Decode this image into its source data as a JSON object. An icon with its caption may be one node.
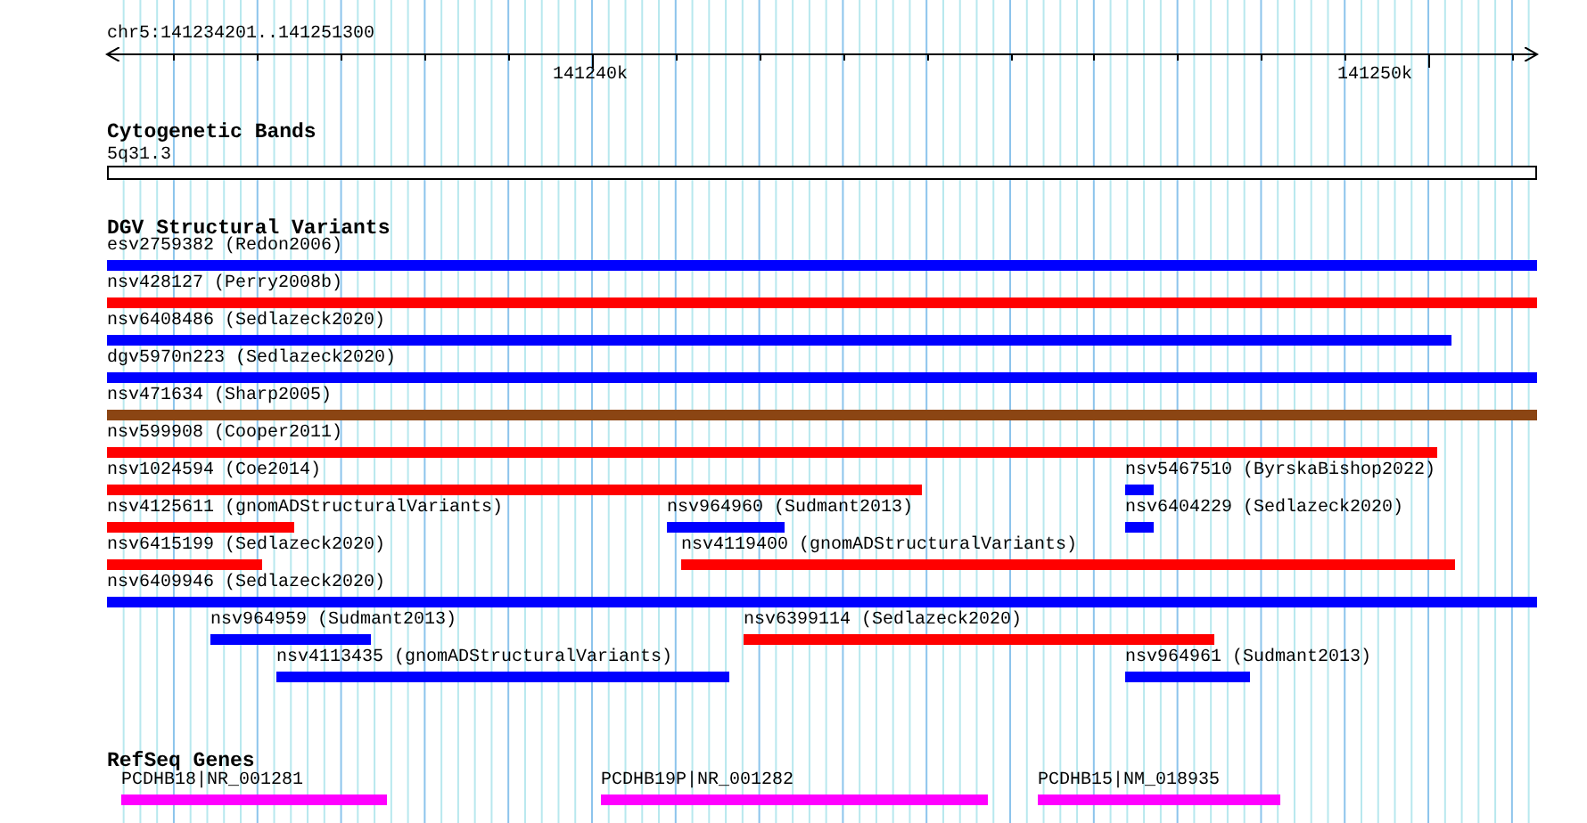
{
  "diagram": {
    "nodes": [
      {
        "text": [
          "Cytogenetic Bands"
        ]
      },
      {
        "text": [
          "5q31.3"
        ],
        "in": 0
      },
      {
        "text": [
          "DGV Structural Variants"
        ]
      },
      {
        "text": [
          "esv2759382 (Redon2006)"
        ],
        "in": 2
      },
      {
        "text": [
          "nsv428127 (Perry2008b)"
        ],
        "in": 2
      },
      {
        "text": [
          "nsv6408486 (Sedlazeck2020)"
        ],
        "in": 2
      },
      {
        "text": [
          "dgv5970n223 (Sedlazeck2020)"
        ],
        "in": 2
      },
      {
        "text": [
          "nsv471634 (Sharp2005)"
        ],
        "in": 2
      },
      {
        "text": [
          "nsv599908 (Cooper2011)"
        ],
        "in": 2
      },
      {
        "text": [
          "nsv1024594 (Coe2014)"
        ],
        "in": 2
      },
      {
        "text": [
          "nsv5467510 (ByrskaBishop2022)"
        ],
        "in": 2
      },
      {
        "text": [
          "nsv4125611 (gnomADStructuralVariants)"
        ],
        "in": 2
      },
      {
        "text": [
          "nsv964960 (Sudmant2013)"
        ],
        "in": 2
      },
      {
        "text": [
          "nsv6404229 (Sedlazeck2020)"
        ],
        "in": 2
      },
      {
        "text": [
          "nsv6415199 (Sedlazeck2020)"
        ],
        "in": 2
      },
      {
        "text": [
          "nsv4119400 (gnomADStructuralVariants)"
        ],
        "in": 2
      },
      {
        "text": [
          "nsv6409946 (Sedlazeck2020)"
        ],
        "in": 2
      },
      {
        "text": [
          "nsv964959 (Sudmant2013)"
        ],
        "in": 2
      },
      {
        "text": [
          "nsv6399114 (Sedlazeck2020)"
        ],
        "in": 2
      },
      {
        "text": [
          "nsv4113435 (gnomADStructuralVariants)"
        ],
        "in": 2
      },
      {
        "text": [
          "nsv964961 (Sudmant2013)"
        ],
        "in": 2
      },
      {
        "text": [
          "RefSeq Genes"
        ]
      },
      {
        "text": [
          "PCDHB18|NR_001281"
        ],
        "in": 21
      },
      {
        "text": [
          "PCDHB19P|NR_001282"
        ],
        "in": 21
      },
      {
        "text": [
          "PCDHB15|NM_018935"
        ],
        "in": 21
      }
    ],
    "labels": [
      "chr5:141234201..141251300",
      "141240k",
      "141250k"
    ]
  }
}
